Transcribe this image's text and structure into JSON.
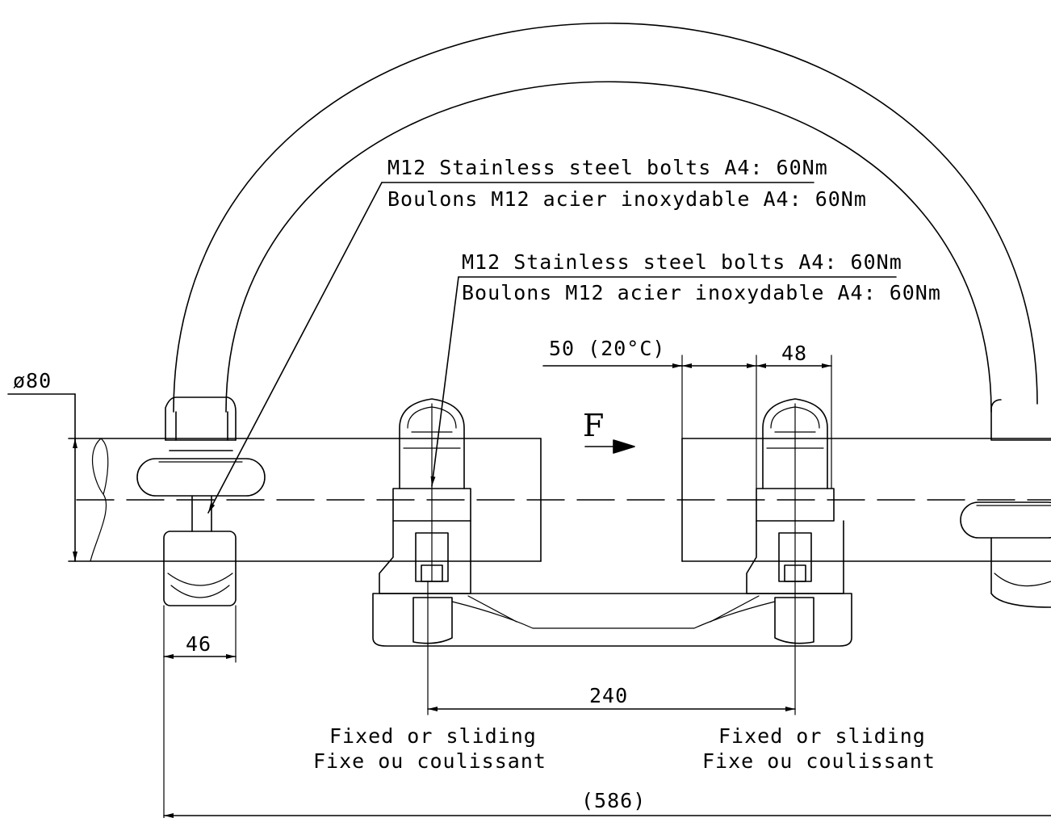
{
  "callouts": {
    "upper_en": "M12 Stainless steel bolts A4: 60Nm",
    "upper_fr": "Boulons M12 acier inoxydable A4: 60Nm",
    "lower_en": "M12 Stainless steel bolts A4: 60Nm",
    "lower_fr": "Boulons M12 acier inoxydable A4: 60Nm"
  },
  "dimensions": {
    "pipe_diameter": "ø80",
    "gap_temp": "50 (20°C)",
    "clamp_width": "48",
    "support_width": "46",
    "bolt_spacing": "240",
    "overall_length": "(586)"
  },
  "force_label": "F",
  "notes": {
    "left_en": "Fixed or sliding",
    "left_fr": "Fixe ou coulissant",
    "right_en": "Fixed or sliding",
    "right_fr": "Fixe ou coulissant"
  }
}
